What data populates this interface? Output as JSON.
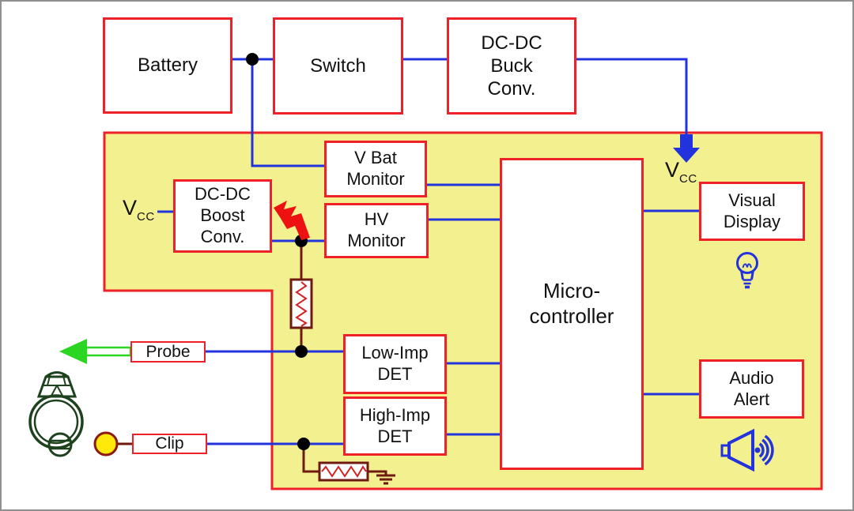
{
  "diagram": {
    "nodes": {
      "battery": {
        "label": "Battery"
      },
      "switch": {
        "label": "Switch"
      },
      "buck": {
        "label": "DC-DC\nBuck\nConv."
      },
      "vbat_monitor": {
        "label": "V Bat\nMonitor"
      },
      "hv_monitor": {
        "label": "HV\nMonitor"
      },
      "boost": {
        "label": "DC-DC\nBoost\nConv."
      },
      "microcontroller": {
        "label": "Micro-\ncontroller"
      },
      "visual_display": {
        "label": "Visual\nDisplay"
      },
      "audio_alert": {
        "label": "Audio\nAlert"
      },
      "low_imp_det": {
        "label": "Low-Imp\nDET"
      },
      "high_imp_det": {
        "label": "High-Imp\nDET"
      },
      "probe": {
        "label": "Probe"
      },
      "clip": {
        "label": "Clip"
      }
    },
    "labels": {
      "vcc_left": {
        "main": "V",
        "sub": "CC"
      },
      "vcc_right": {
        "main": "V",
        "sub": "CC"
      }
    },
    "icons": [
      "down-arrow-icon",
      "lightning-icon",
      "bulb-icon",
      "speaker-icon",
      "left-arrow-icon",
      "ring-icon",
      "clip-contact-icon",
      "resistor-symbol-vertical",
      "resistor-symbol-horizontal",
      "ground-symbol",
      "junction-dot"
    ],
    "colors": {
      "box_border_red": "#ee2028",
      "wire_blue": "#2233dd",
      "power_region_yellow": "#f3f08f",
      "component_maroon": "#6e1a10",
      "resistor_zigzag_red": "#d42222",
      "arrow_green": "#2bd622",
      "ring_green": "#1d421d",
      "clip_contact_yellow": "#ffe90a",
      "junction_black": "#000000"
    },
    "connections": [
      "Battery - Switch",
      "Switch - DC-DC Buck Conv.",
      "DC-DC Buck Conv. - Vcc (power region, down arrow)",
      "Battery junction - V Bat Monitor",
      "Vcc - DC-DC Boost Conv.",
      "DC-DC Boost Conv. - HV Monitor (junction with lightning)",
      "V Bat Monitor - Micro-controller",
      "HV Monitor - Micro-controller",
      "Boost junction - resistor - Probe line junction",
      "Probe - Low-Imp DET",
      "Clip - High-Imp DET",
      "Clip line junction - resistor - ground",
      "Low-Imp DET - Micro-controller",
      "High-Imp DET - Micro-controller",
      "Micro-controller - Visual Display",
      "Micro-controller - Audio Alert"
    ]
  }
}
